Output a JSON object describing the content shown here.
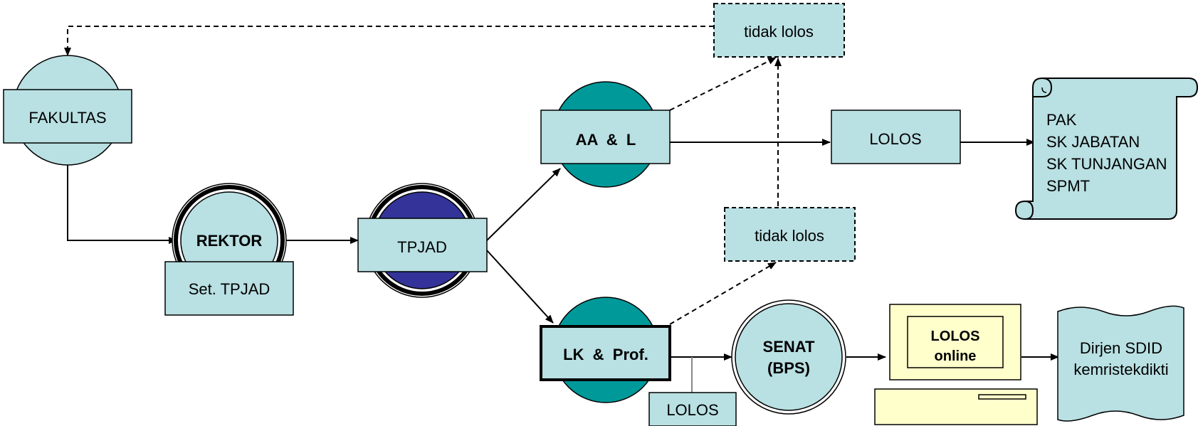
{
  "colors": {
    "box_fill": "#b9e0e3",
    "teal": "#00999a",
    "navy": "#333399",
    "scroll_fill": "#b9e0e3",
    "monitor_fill": "#ffffcc",
    "stroke": "#000000"
  },
  "nodes": {
    "fakultas": "FAKULTAS",
    "rektor": "REKTOR",
    "set_tpjad": "Set. TPJAD",
    "tpjad": "TPJAD",
    "aa_l": "AA  &  L",
    "lk_prof": "LK  &  Prof.",
    "tidak_lolos_top": "tidak lolos",
    "tidak_lolos_mid": "tidak lolos",
    "lolos_top": "LOLOS",
    "lolos_bottom": "LOLOS",
    "senat_line1": "SENAT",
    "senat_line2": "(BPS)",
    "monitor_line1": "LOLOS",
    "monitor_line2": "online",
    "scroll_items": [
      "PAK",
      "SK JABATAN",
      "SK TUNJANGAN",
      "SPMT"
    ],
    "doc_line1": "Dirjen SDID",
    "doc_line2": "kemristekdikti"
  }
}
